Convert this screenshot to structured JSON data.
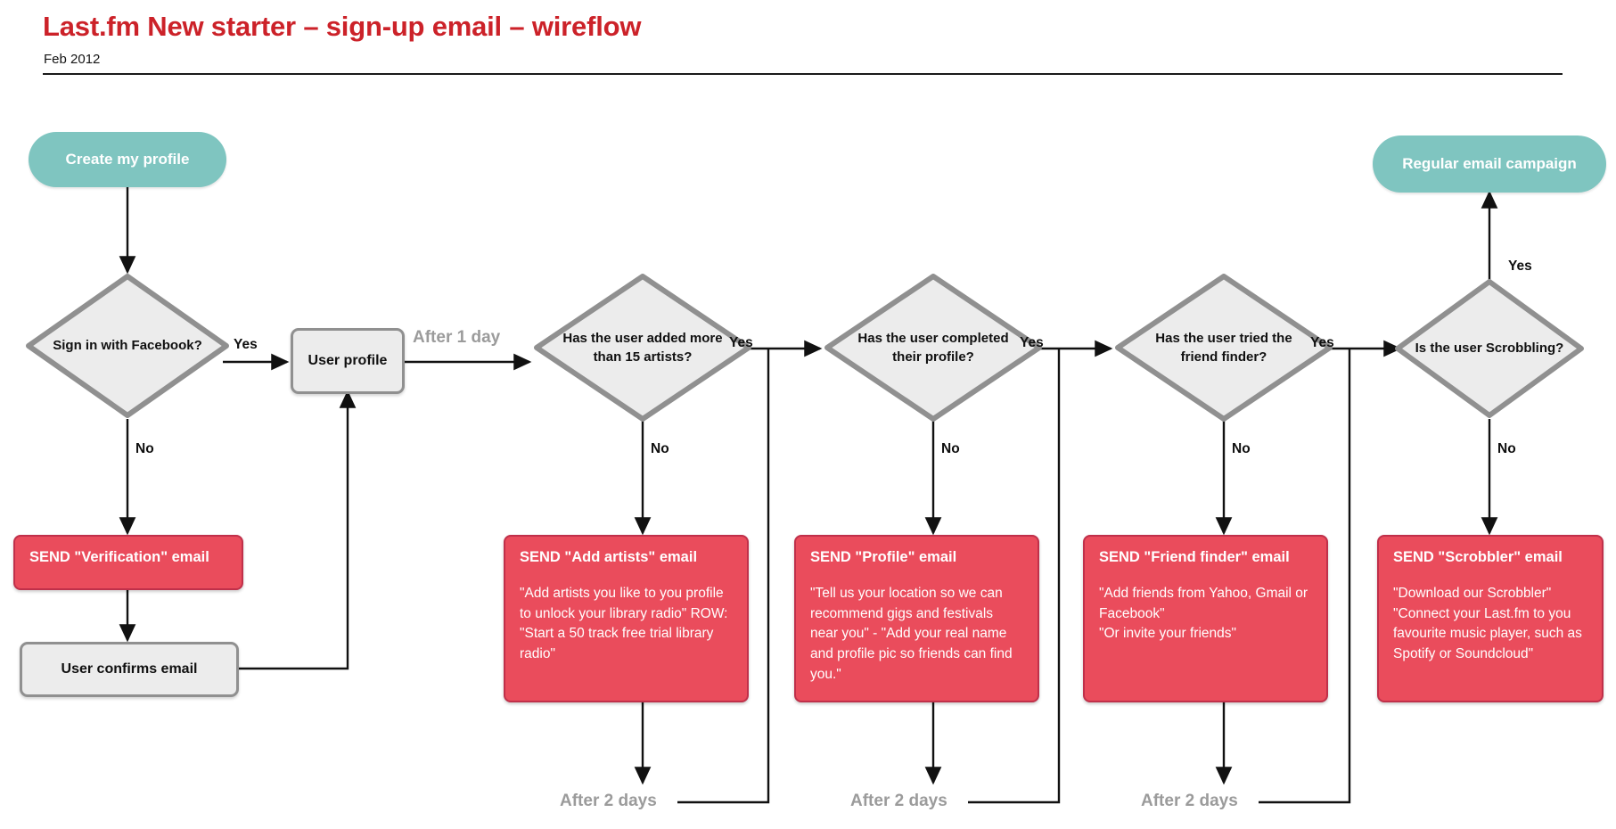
{
  "header": {
    "title": "Last.fm New starter – sign-up email – wireflow",
    "subtitle": "Feb 2012"
  },
  "colors": {
    "accent_red": "#CC2229",
    "email_fill": "#EA4C5C",
    "email_border": "#C0304A",
    "terminator_fill": "#7FC5C0",
    "node_fill": "#ECECEC",
    "node_border": "#909090",
    "timer_label": "#9b9b9b"
  },
  "nodes": {
    "start": "Create my profile",
    "end": "Regular email campaign",
    "decision_facebook": "Sign in with Facebook?",
    "process_user_profile": "User profile",
    "process_confirms_email": "User confirms email",
    "decision_artists": "Has the user added more than 15 artists?",
    "decision_profile": "Has the user completed their profile?",
    "decision_friend": "Has the user tried the friend finder?",
    "decision_scrobbling": "Is the user Scrobbling?"
  },
  "emails": {
    "verification": {
      "head": "SEND \"Verification\" email",
      "body": ""
    },
    "add_artists": {
      "head": "SEND \"Add artists\" email",
      "body": "\"Add artists you like to you profile to unlock your library radio\"  ROW: \"Start a 50 track free trial library radio\""
    },
    "profile": {
      "head": "SEND \"Profile\" email",
      "body": "\"Tell us your location so we can recommend gigs and festivals near you\" - \"Add your real name and profile pic so friends can find you.\""
    },
    "friend_finder": {
      "head": "SEND \"Friend finder\" email",
      "body": "\"Add friends from Yahoo, Gmail or Facebook\"\n\"Or invite your friends\""
    },
    "scrobbler": {
      "head": "SEND \"Scrobbler\" email",
      "body": "\"Download our Scrobbler\"\n\"Connect your Last.fm to you favourite music player, such as Spotify or Soundcloud\""
    }
  },
  "edge_labels": {
    "yes_facebook": "Yes",
    "no_facebook": "No",
    "after_1_day": "After 1 day",
    "yes_artists": "Yes",
    "no_artists": "No",
    "yes_profile": "Yes",
    "no_profile": "No",
    "yes_friend": "Yes",
    "no_friend": "No",
    "yes_scrobbling": "Yes",
    "no_scrobbling": "No",
    "after_2_days_1": "After 2 days",
    "after_2_days_2": "After 2 days",
    "after_2_days_3": "After 2 days"
  }
}
